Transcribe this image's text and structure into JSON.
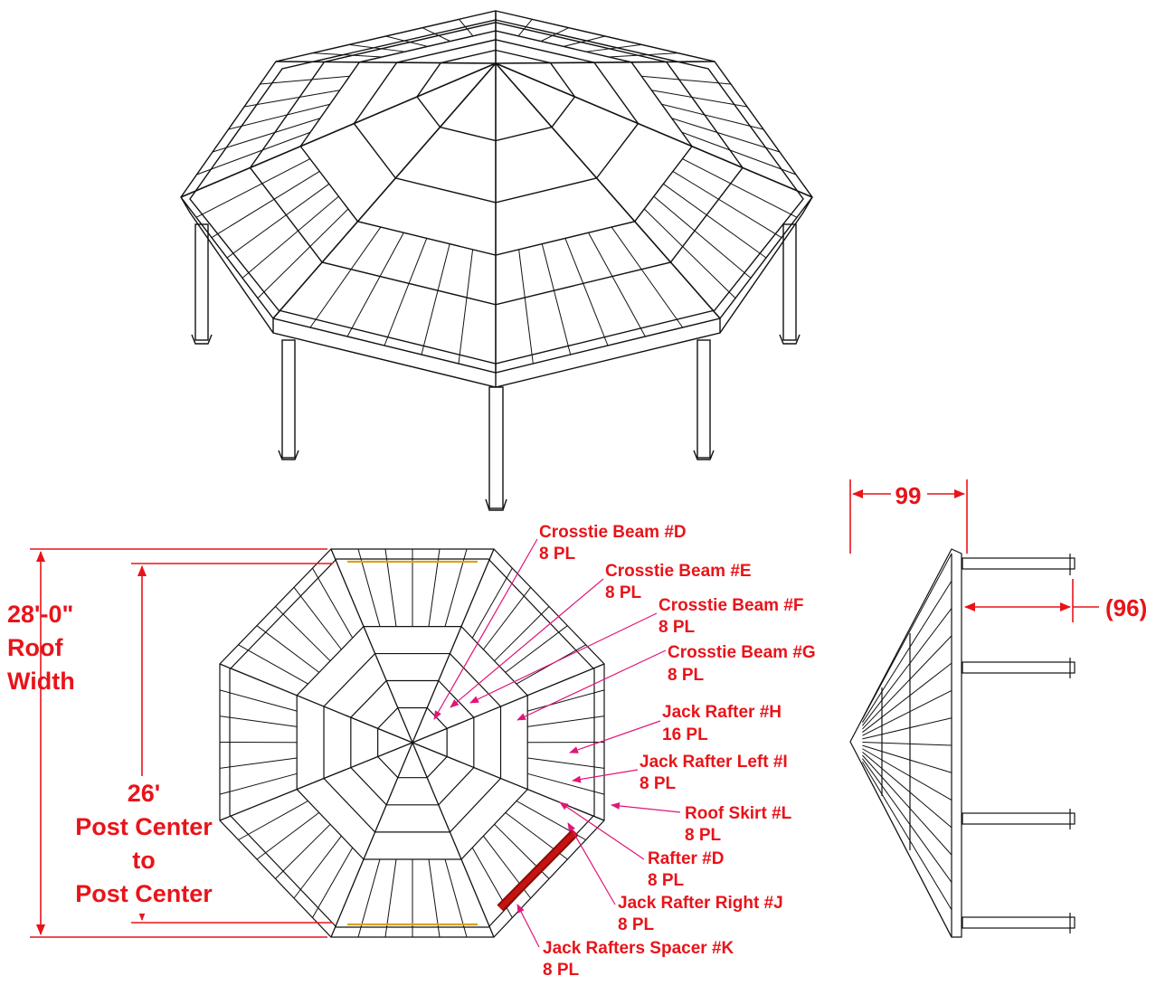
{
  "colors": {
    "annotation": "#e8141a",
    "leader": "#e0157a",
    "line": "#111111",
    "highlight": "#b00c0c",
    "beam_accent": "#d9a21c"
  },
  "dimensions": {
    "roof_width": [
      "28'-0\"",
      "Roof",
      "Width"
    ],
    "post_center": [
      "26'",
      "Post Center",
      "to",
      "Post Center"
    ],
    "height": "99",
    "post_height": "(96)"
  },
  "parts": [
    {
      "name": "Crosstie Beam #D",
      "qty": "8 PL"
    },
    {
      "name": "Crosstie Beam #E",
      "qty": "8 PL"
    },
    {
      "name": "Crosstie Beam #F",
      "qty": "8 PL"
    },
    {
      "name": "Crosstie Beam #G",
      "qty": "8 PL"
    },
    {
      "name": "Jack Rafter #H",
      "qty": "16 PL"
    },
    {
      "name": "Jack Rafter Left #I",
      "qty": "8 PL"
    },
    {
      "name": "Roof Skirt #L",
      "qty": "8 PL"
    },
    {
      "name": "Rafter #D",
      "qty": "8 PL"
    },
    {
      "name": "Jack Rafter Right #J",
      "qty": "8 PL"
    },
    {
      "name": "Jack Rafters Spacer #K",
      "qty": "8 PL"
    }
  ]
}
